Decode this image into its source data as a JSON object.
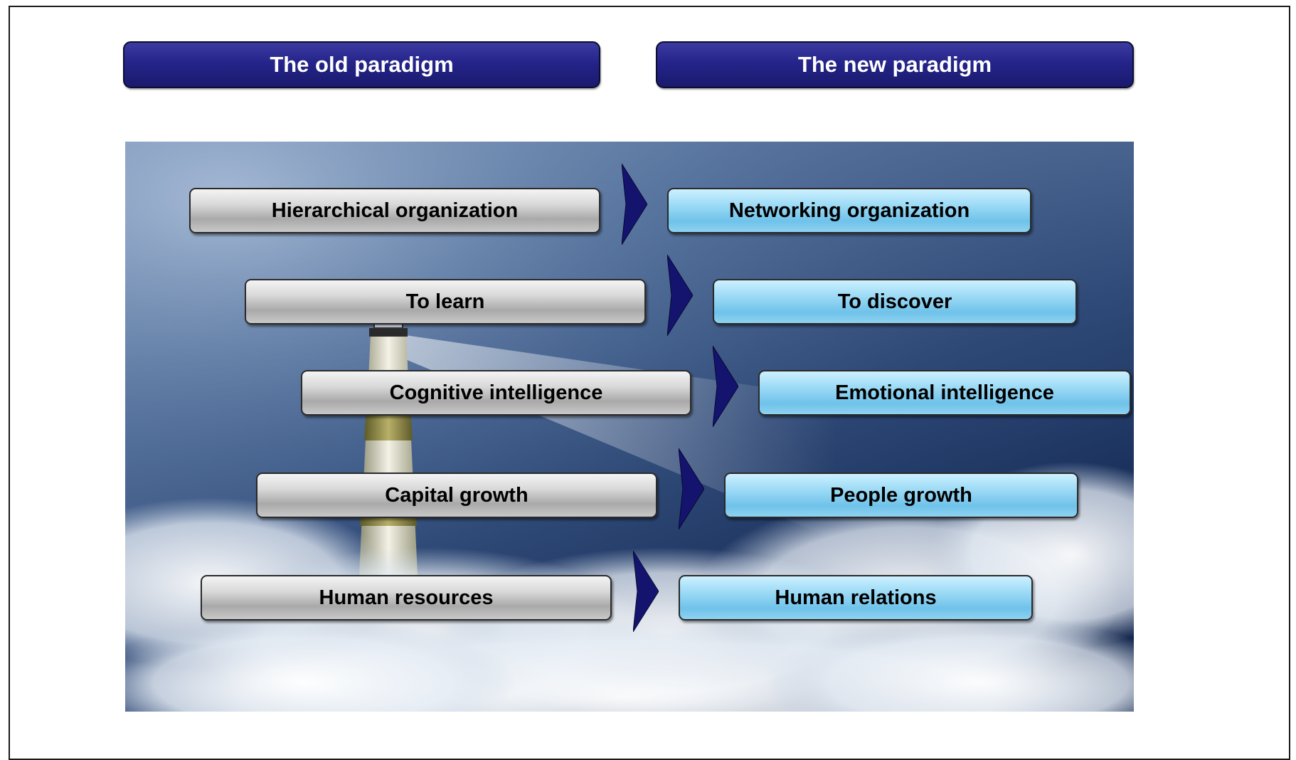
{
  "headers": {
    "old": "The old paradigm",
    "new": "The new paradigm"
  },
  "rows": [
    {
      "old": "Hierarchical organization",
      "new": "Networking organization"
    },
    {
      "old": "To learn",
      "new": "To discover"
    },
    {
      "old": "Cognitive intelligence",
      "new": "Emotional intelligence"
    },
    {
      "old": "Capital growth",
      "new": "People growth"
    },
    {
      "old": "Human resources",
      "new": "Human relations"
    }
  ],
  "colors": {
    "header_fill": "#24248a",
    "old_box_fill": "#c8c8c8",
    "new_box_fill": "#8fd2f0",
    "arrow_fill": "#14146e"
  }
}
